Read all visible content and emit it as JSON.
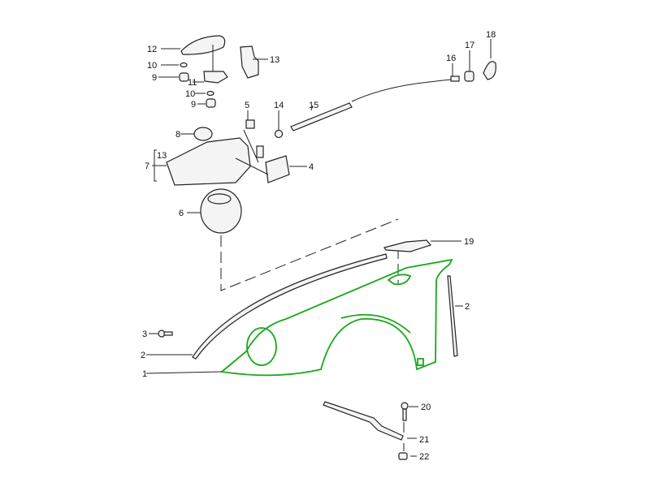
{
  "diagram": {
    "title_hidden": "",
    "highlight_color": "#1aa81a",
    "labels": {
      "p12": "12",
      "p10a": "10",
      "p9a": "9",
      "p11": "11",
      "p10b": "10",
      "p9b": "9",
      "p13a": "13",
      "p5": "5",
      "p14": "14",
      "p15": "15",
      "p16": "16",
      "p17": "17",
      "p18": "18",
      "p8": "8",
      "p13b": "13",
      "p7": "7",
      "p4": "4",
      "p6": "6",
      "p19": "19",
      "p2a": "2",
      "p3": "3",
      "p2b": "2",
      "p1": "1",
      "p20": "20",
      "p21": "21",
      "p22": "22"
    }
  }
}
